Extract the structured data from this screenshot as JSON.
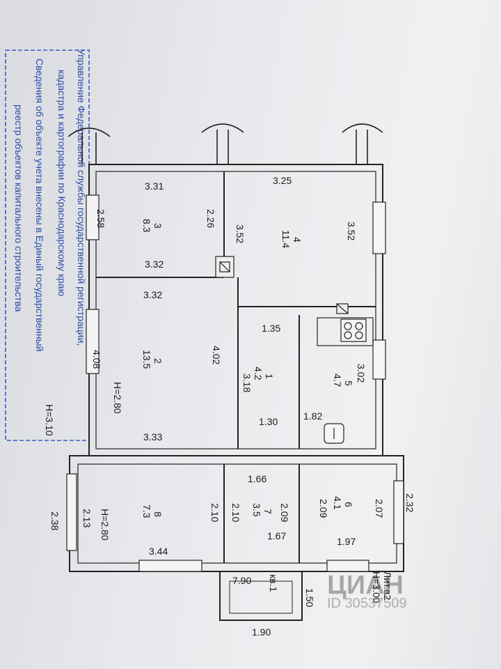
{
  "stamp": {
    "lines": [
      "Управление Федеральной службы государственной регистрации,",
      "кадастра и картографии по Краснодарскому краю",
      "Сведения об объекте учета внесены в Единый государственный",
      "реестр объектов капитального строительства"
    ],
    "height_note": "Н=3.10"
  },
  "rooms": [
    {
      "number": "1",
      "area": "4.2"
    },
    {
      "number": "2",
      "area": "13.5",
      "height": "Н=2.80"
    },
    {
      "number": "3",
      "area": "8.3"
    },
    {
      "number": "4",
      "area": "11.4"
    },
    {
      "number": "5",
      "area": "4.7"
    },
    {
      "number": "6",
      "area": "4.1"
    },
    {
      "number": "7",
      "area": "3.5"
    },
    {
      "number": "8",
      "area": "7.3",
      "height": "Н=2.80"
    }
  ],
  "dimensions": {
    "r3_top": "3.31",
    "r3_left": "2.58",
    "r3_right": "2.26",
    "r3_bottom": "3.32",
    "r4_top": "3.25",
    "r4_left": "3.52",
    "r4_right": "3.52",
    "r2_top": "3.32",
    "r2_left": "4.08",
    "r2_right": "4.02",
    "r2_bottom": "3.33",
    "r1_top": "1.35",
    "r1_side": "3.18",
    "r1_bottom": "1.30",
    "r5_side": "3.02",
    "r5_bottom": "1.82",
    "r7_top": "1.66",
    "r7_left": "2.10",
    "r7_left2": "2.10",
    "r7_right": "2.09",
    "r7_bottom": "1.67",
    "r6_left": "2.09",
    "r6_right": "2.07",
    "r6_bottom": "1.97",
    "r8_left": "2.13",
    "r8_bottom": "3.44",
    "outer_left": "2.38",
    "outer_right": "2.32",
    "porch_long": "7.90",
    "porch_side": "1.50",
    "porch_bottom": "1.90"
  },
  "apartment_label": "кв.1",
  "litera": "Лит.а2",
  "litera_height": "Н=3.00",
  "watermark": "ЦИАН",
  "watermark_id": "ID 30537509"
}
